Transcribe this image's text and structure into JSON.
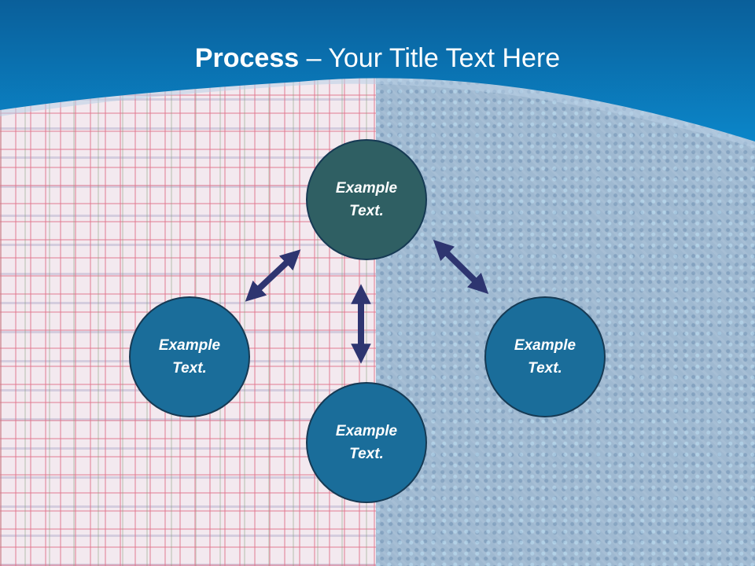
{
  "header": {
    "title_bold": "Process",
    "title_rest": " – Your Title Text Here",
    "color": "#0a7fc0"
  },
  "nodes": {
    "top": {
      "line1": "Example",
      "line2": "Text."
    },
    "left": {
      "line1": "Example",
      "line2": "Text."
    },
    "right": {
      "line1": "Example",
      "line2": "Text."
    },
    "bottom": {
      "line1": "Example",
      "line2": "Text."
    }
  },
  "colors": {
    "node_top": "#2f5f63",
    "node_other": "#1a6d9a",
    "arrow": "#2e3570"
  }
}
